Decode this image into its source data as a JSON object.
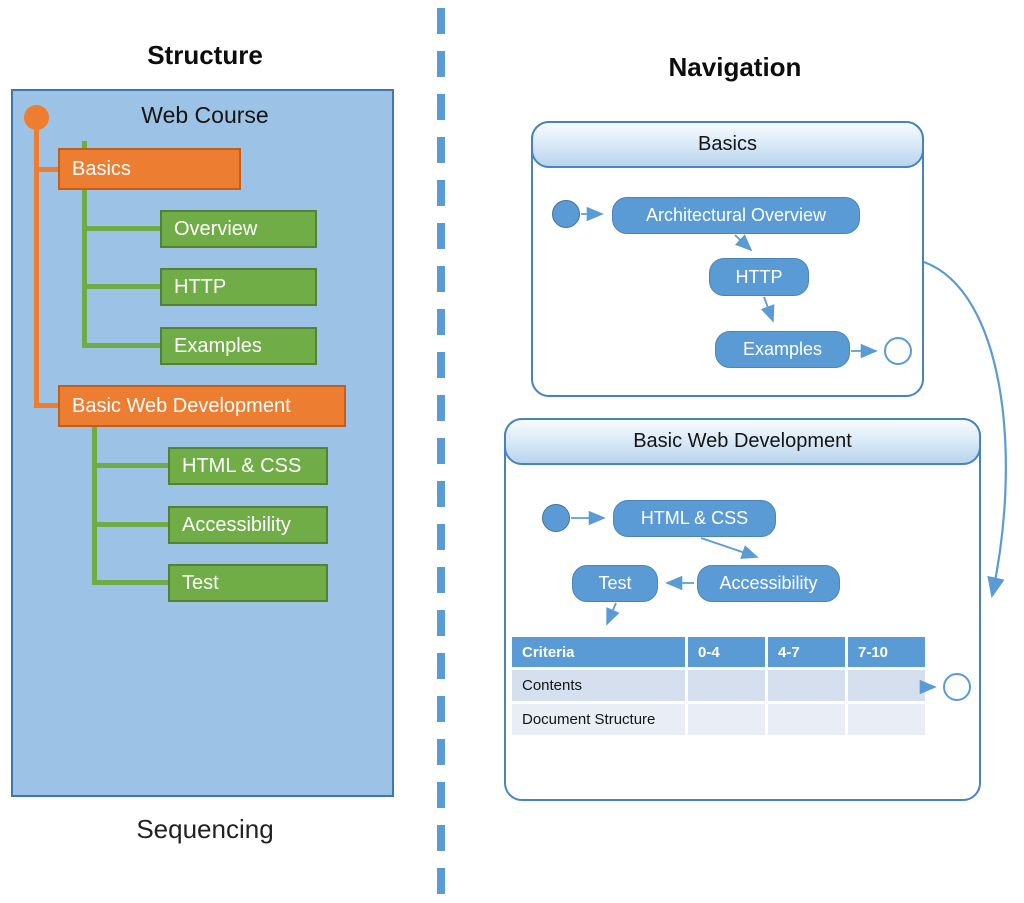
{
  "headings": {
    "structure": "Structure",
    "navigation": "Navigation"
  },
  "structure": {
    "title": "Web Course",
    "caption": "Sequencing",
    "branches": [
      {
        "label": "Basics",
        "children": [
          "Overview",
          "HTTP",
          "Examples"
        ]
      },
      {
        "label": "Basic Web Development",
        "children": [
          "HTML & CSS",
          "Accessibility",
          "Test"
        ]
      }
    ]
  },
  "navigation": {
    "panels": [
      {
        "title": "Basics",
        "nodes": [
          "Architectural Overview",
          "HTTP",
          "Examples"
        ]
      },
      {
        "title": "Basic Web Development",
        "nodes": [
          "HTML & CSS",
          "Accessibility",
          "Test"
        ],
        "table": {
          "headers": [
            "Criteria",
            "0-4",
            "4-7",
            "7-10"
          ],
          "rows": [
            "Contents",
            "Document Structure"
          ]
        }
      }
    ]
  },
  "icons": {
    "start_state": "filled-circle",
    "end_state": "open-circle"
  },
  "colors": {
    "structure_panel_blue": "#9cc3e6",
    "branch_orange": "#ed7d31",
    "leaf_green": "#70ad47",
    "node_blue": "#5b9bd5",
    "divider_blue": "#5b9bd5",
    "table_header_blue": "#5b9bd5",
    "table_row_odd": "#d6dfee",
    "table_row_even": "#e9edf5"
  }
}
